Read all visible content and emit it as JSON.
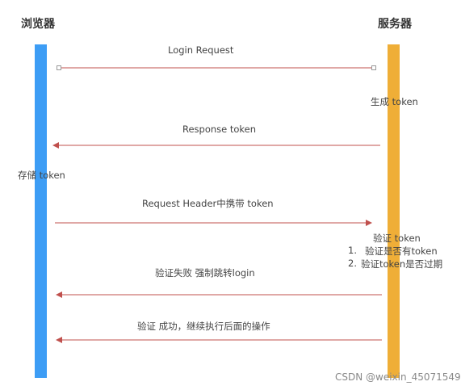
{
  "actors": {
    "browser": {
      "title": "浏览器",
      "color": "#3d9df5"
    },
    "server": {
      "title": "服务器",
      "color": "#efae37"
    }
  },
  "messages": [
    {
      "label": "Login Request",
      "from": "browser",
      "to": "server"
    },
    {
      "label": "Response token",
      "from": "server",
      "to": "browser"
    },
    {
      "label": "Request Header中携带 token",
      "from": "browser",
      "to": "server"
    },
    {
      "label": "验证失败 强制跳转login",
      "from": "server",
      "to": "browser"
    },
    {
      "label": "验证 成功，继续执行后面的操作",
      "from": "server",
      "to": "browser"
    }
  ],
  "notes": {
    "generate_token": "生成 token",
    "store_token": "存储 token",
    "verify_title": "验证 token",
    "verify_steps": [
      {
        "num": "1.",
        "text": "验证是否有token"
      },
      {
        "num": "2.",
        "text": "验证token是否过期"
      }
    ]
  },
  "arrow_color": "#c0504d",
  "watermark": "CSDN @weixin_45071549"
}
